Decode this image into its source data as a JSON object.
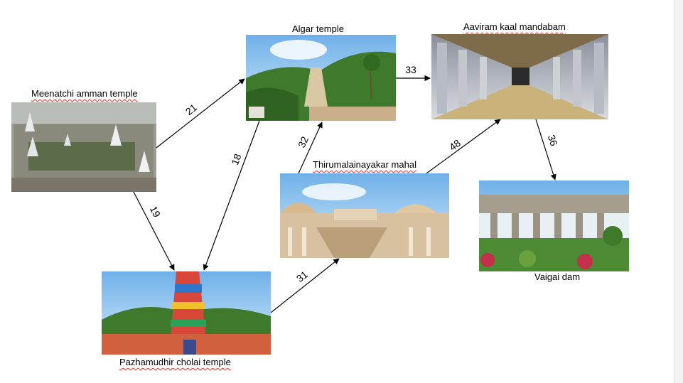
{
  "nodes": {
    "meenatchi": {
      "label": "Meenatchi amman temple",
      "image": "aerial temple city photo"
    },
    "algar": {
      "label": "Algar temple",
      "image": "temple tower in hills photo"
    },
    "aaviram": {
      "label": "Aaviram kaal mandabam",
      "image": "pillared hall photo"
    },
    "thirumalai": {
      "label": "Thirumalainayakar mahal",
      "image": "palace courtyard photo"
    },
    "vaigai": {
      "label": "Vaigai dam",
      "image": "dam with spillway photo"
    },
    "pazhamudhir": {
      "label": "Pazhamudhir cholai temple",
      "image": "colorful gopuram photo"
    }
  },
  "edges": [
    {
      "from": "Meenatchi amman temple",
      "to": "Algar temple",
      "weight": "21"
    },
    {
      "from": "Meenatchi amman temple",
      "to": "Pazhamudhir cholai temple",
      "weight": "19"
    },
    {
      "from": "Algar temple",
      "to": "Aaviram kaal mandabam",
      "weight": "33"
    },
    {
      "from": "Algar temple",
      "to": "Pazhamudhir cholai temple",
      "weight": "18"
    },
    {
      "from": "Thirumalainayakar mahal",
      "to": "Algar temple",
      "weight": "32"
    },
    {
      "from": "Thirumalainayakar mahal",
      "to": "Aaviram kaal mandabam",
      "weight": "48"
    },
    {
      "from": "Aaviram kaal mandabam",
      "to": "Vaigai dam",
      "weight": "36"
    },
    {
      "from": "Pazhamudhir cholai temple",
      "to": "Thirumalainayakar mahal",
      "weight": "31"
    }
  ],
  "colors": {
    "edge": "#000000",
    "spellcheck_underline": "#dd3333",
    "sky": "#8cc4ec",
    "vegetation": "#3f7a2c"
  }
}
